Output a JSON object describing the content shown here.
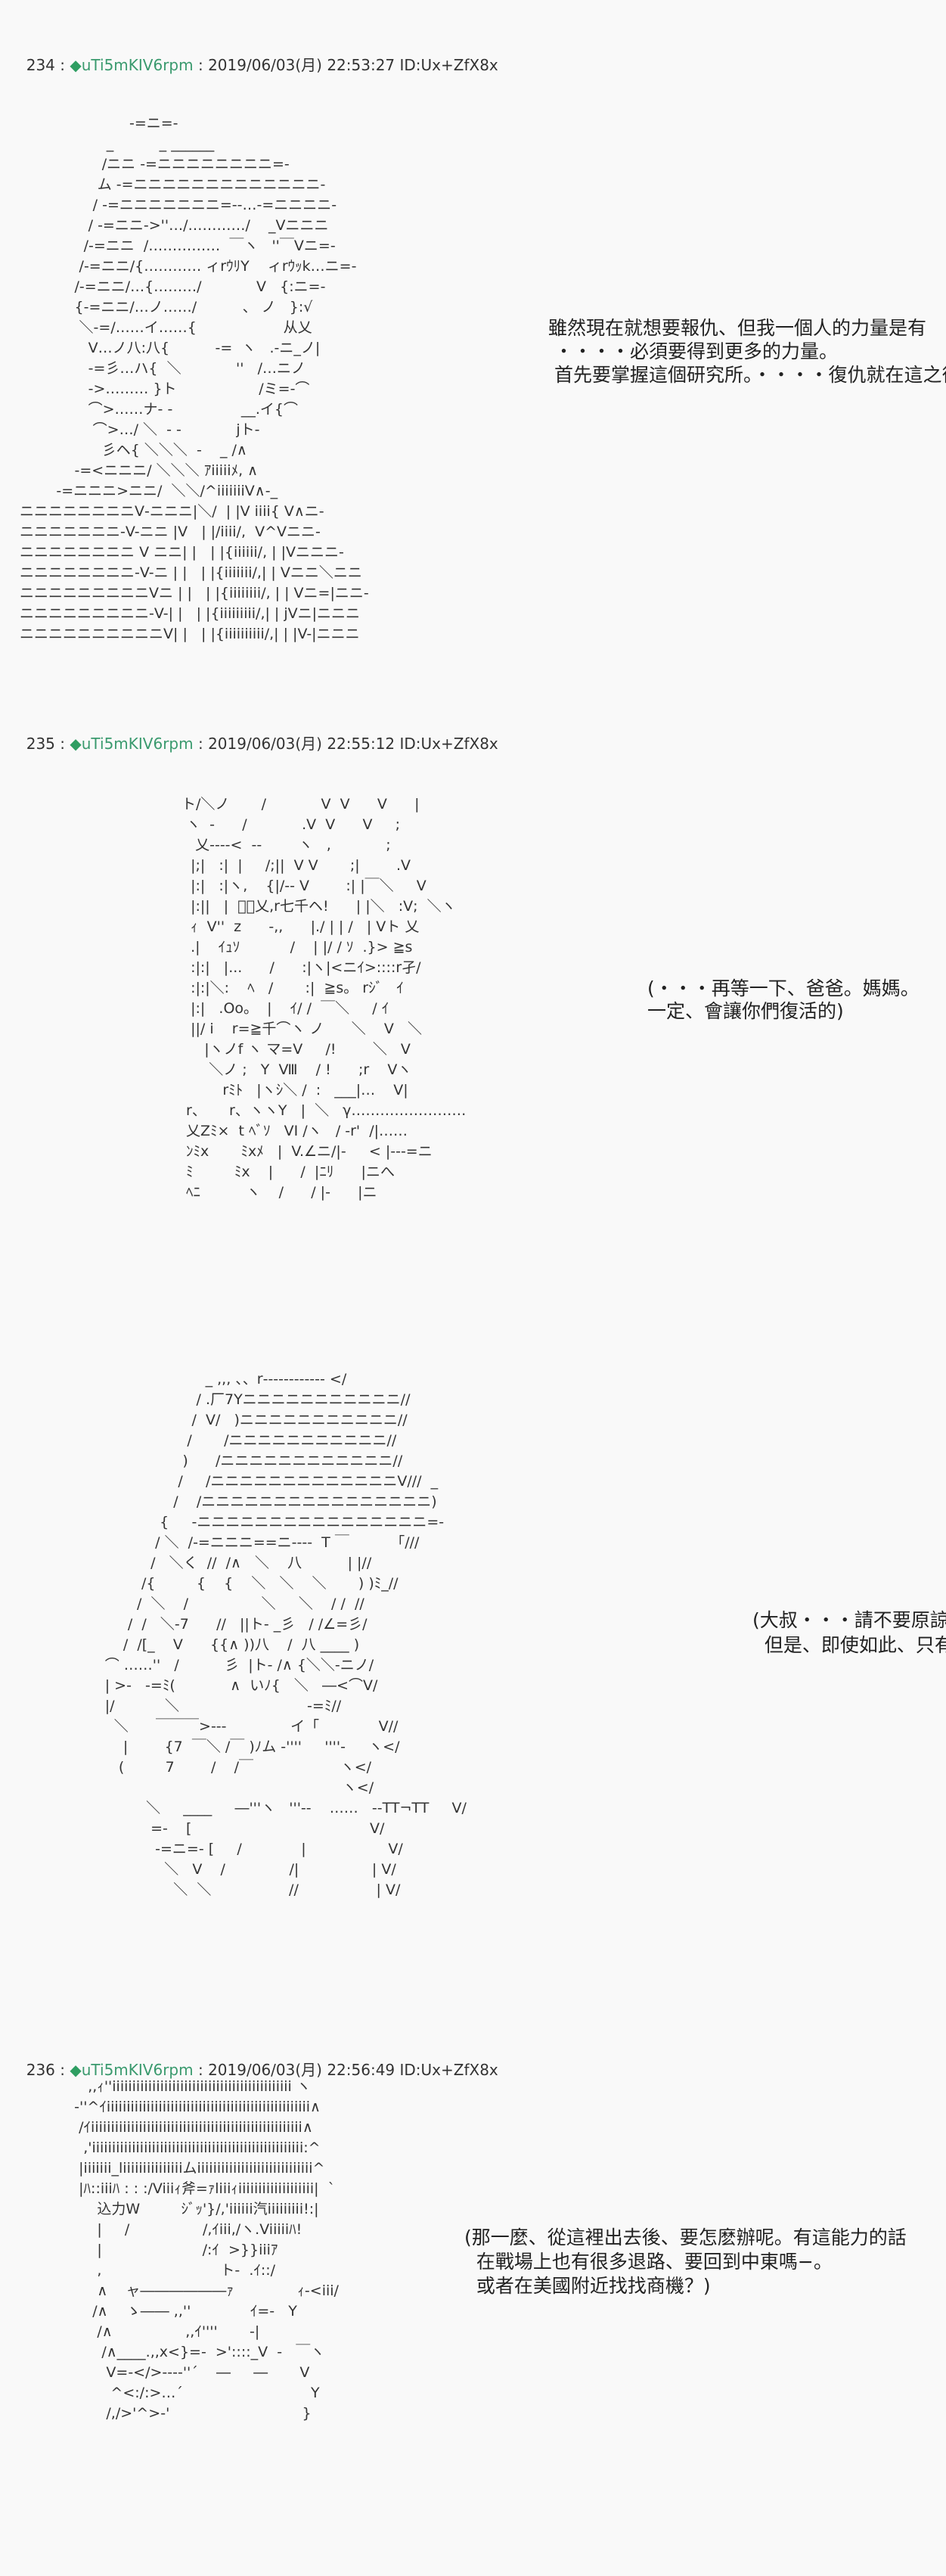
{
  "colors": {
    "trip": "#3a9a6e",
    "text": "#222222",
    "background": "#f9f9f9"
  },
  "posts": [
    {
      "number": "234",
      "sep": " : ",
      "trip_icon": "◆",
      "trip": "uTi5mKIV6rpm",
      "meta": " : 2019/06/03(月) 22:53:27 ID:Ux+ZfX8x"
    },
    {
      "number": "235",
      "sep": " : ",
      "trip_icon": "◆",
      "trip": "uTi5mKIV6rpm",
      "meta": " : 2019/06/03(月) 22:55:12 ID:Ux+ZfX8x"
    },
    {
      "number": "236",
      "sep": " : ",
      "trip_icon": "◆",
      "trip": "uTi5mKIV6rpm",
      "meta": " : 2019/06/03(月) 22:56:49 ID:Ux+ZfX8x"
    }
  ],
  "panels": [
    {
      "art": [
        "                         -=ニ=-",
        "                    _          _ ______",
        "                   /ニニ -=ニニニニニニニニ=-",
        "                  ム -=ニニニニニニニニニニニニニ-",
        "                 / -=ニニニニニニニ=-‐…-=ニニニニ-",
        "                / -=ニニ->''…/…………/    _Vニニニ",
        "               /-=ニニ  /……………  ￣ヽ   ''￣Vニ=-",
        "              /-=ニニ/{………… ィrｳﾘY    ィrｳｯk…ニ=-",
        "             /-=ニニ/…{………/            V   {:ニ=-",
        "             {-=ニニ/…ノ……/          、 ノ   }:√",
        "              ＼-=/……イ……{                   从乂",
        "                V…ノ八:八{          -=  ヽ   .-ニ_ノ|",
        "                -=彡…ハ{  ＼            ''   /…ニノ",
        "                ->……… }ト                  /ミ=-⌒",
        "                ⌒>……ナ- ‐               __.イ{⌒",
        "                 ⌒>…/ ＼  ‐ -            jト-",
        "                   彡ヘ{ ＼＼＼  -    _ /∧",
        "             -=<ニニニ/ ＼＼＼ ｱiiiiiﾒ, ∧",
        "         -=ニニニ>ニニ/  ＼＼/^iiiiiiiV∧-_",
        " ニニニニニニニニV‐ニニニ|＼/  | |V iiii{ V∧ニ-",
        " ニニニニニニニ-V-ニニ |V   | |/iiii/,  V^Vニニ-",
        " ニニニニニニニニ V ニニ| |   | |{iiiiii/, | |Vニニニ-",
        " ニニニニニニニニ-V-ニ | |   | |{iiiiiii/,| | Vニニ＼ニニ",
        " ニニニニニニニニニVニ | |   | |{iiiiiiii/, | | Vニ=|ニニ-",
        " ニニニニニニニニニ-V-| |   | |{iiiiiiiii/,| | jVニ|ニニニ",
        " ニニニニニニニニニニV| |   | |{iiiiiiiiii/,| | |V-|ニニニ"
      ],
      "dialogue": [
        "雖然現在就想要報仇、但我一個人的力量是有",
        " ・・・・必須要得到更多的力量。",
        " 首先要掌握這個研究所。・・・・復仇就在這之後"
      ]
    },
    {
      "art": [
        "ト/＼ノ       /            V  V      V      |",
        " ヽ  -      /            .V  V      V     ;",
        "   乂-‐‐‐<  ‐‐        ヽ   ,            ;",
        "  |;|   :|  |     /;||  V V       ;|        .V",
        "  |:|   :|ヽ,    {|/‐‐ V        :| |￣＼     V",
        "  |:||   |  ﾞ＼乂,r七千ヘ!      | |＼   :V;  ＼ヽ",
        "  ｨ  V''  z      -,,      |./ | | /   | Vト 乂",
        "  .|    ｲｭｿ           /    | |/ / ｿ  .}> ≧s",
        "  :|:|   |...      /      :|ヽ|<ニｲ>::::r孑/",
        "  :|:|＼:    ﾍ   /       :|  ≧s。 rｼﾞ   ｲ",
        "  |:|   .Oo。  |    ｲ/ /  ￣＼     / ｲ",
        "  ||/ i    r=≧千⌒ヽ ノ      ＼    V   ＼",
        "     |ヽノf ヽ マ=V     /!        ＼   V",
        "      ＼ノ ;   Y  Ⅷ    / !      ;r    Vヽ",
        "         rﾐﾄ   |ヽｼ＼ /  :   ___|…    V|",
        " r、     r、ヽヽY   |  ＼   γ……………………",
        " 乂Zﾐ×  t ﾍﾞｿ   VI /ヽ   / -r'  /|……",
        " ﾝﾐx       ﾐxﾒ   |  V.∠ニ/|-     < |‐‐‐=ニ",
        " ﾐ         ﾐx    |      /  |ﾆﾘ      |ニへ",
        " ﾍﾆ          ヽ    /      / |-      |ニ"
      ],
      "dialogue": [
        "(・・・再等一下、爸爸。媽媽。",
        "一定、會讓你們復活的)"
      ]
    },
    {
      "art": [
        "                                        _ ,,, 、、r‐‐‐‐‐‐‐‐‐‐‐‐ </",
        "                                      / .厂7Yニニニニニニニニニニニ//",
        "                                     /  V/   )ニニニニニニニニニニニ//",
        "                                    /       /ニニニニニニニニニニニ//",
        "                                   )      /ニニニニニニニニニニニニ//",
        "                                  /     /ニニニニニニニニニニニニニV///  _",
        "                                 /    /ニニニニニニニニニニニニニニニニ)",
        "                              {     -ニニニニニニニニニニニニニニニニ=-",
        "                             / ＼  /-=ニニニ==ニ--‐‐  T ￣         「///",
        "                            /   ＼く  //  /∧   ＼    八          | |//",
        "                          /{         {    {    ＼   ＼    ＼       ) )ﾐ_//",
        "                         /  ＼    /                ＼     ＼    / /  //",
        "                       /  /   ＼-7      //   ||ト- _彡   / /∠=彡/",
        "                      /  /[_    V      {{∧ ))八    /  八 ____ )",
        "                  ⌒ ……''   /          彡  |ト- /∧ {＼＼-ニノ/",
        "                  | >-   -=ﾐ(            ∧  いﾉ{   ＼   ―<⌒V/",
        "                  |/           ＼                            -=ﾐ//",
        "                    ＼      ￣￣￣>-‐‐              イ「             V//",
        "                      |        {7  ￣＼ /￣ )ﾉム -''''     ''''-     ヽ</",
        "                     (         7        /    /￣                   ヽ</",
        "                                                                      ヽ</",
        "                           ＼     ____     ―'''ヽ   '''‐‐    ……   --TT¬TT     V/",
        "                            =-    [                                       V/",
        "                             ‐=ニ=- [     /             |                  V/",
        "                               ＼   V    /              /|                | V/",
        "                                 ＼  ＼                 //                 | V/"
      ],
      "dialogue": [
        "(大叔・・・請不要原諒我",
        "  但是、即使如此、只有"
      ]
    },
    {
      "art": [
        "      ,,ｨ''iiiiiiiiiiiiiiiiiiiiiiiiiiiiiiiiiiiiiiiiiiiii ヽ",
        "   -''^ｲiiiiiiiiiiiiiiiiiiiiiiiiiiiiiiiiiiiiiiiiiiiiiiiiiii∧",
        "    /ｲiiiiiiiiiiiiiiiiiiiiiiiiiiiiiiiiiiiiiiiiiiiiiiiiiiiii∧",
        "     ,'iiiiiiiiiiiiiiiiiiiiiiiiiiiiiiiiiiiiiiiiiiiiiiiiiiiii:^",
        "    |iiiiiii_liiiiiiiiiiiiiiiムiiiiiiiiiiiiiiiiiiiiiiiiiiiii^",
        "    |ﾊ::iiiﾊ : : :/Viiiｨ斧=ｧliiiｨiiiiiiiiiiiiiiiiiii|  `",
        "        込力W         ｼﾞｯ'}/,'iiiiii汽iiiiiiiii!:|",
        "        |     /                /,ｲiii,/ヽ.Viiiiiﾊ!",
        "        |                      /:ｲ  >}}iiiｱ",
        "        ,                          ト-  .ｲ::/",
        "        ∧    ャ――――――ｧ              ｨ-<iii/",
        "       /∧    ゝ―― ,,''             ｲ=-   Y",
        "        /∧                ,,ｲ''''       -|",
        "         /∧____.,,x<}=-  >'::::_V  -   ￣ヽ",
        "          V=-</>‐‐-‐''´    ―     ―       V",
        "           ^<:/:>…´                            Y",
        "          /,/>'^>‐'                             }"
      ],
      "dialogue": [
        "(那一麼、從這裡出去後、要怎麽辦呢。有這能力的話",
        "  在戰場上也有很多退路、要回到中東嗎−。",
        "  或者在美國附近找找商機？)"
      ]
    }
  ]
}
